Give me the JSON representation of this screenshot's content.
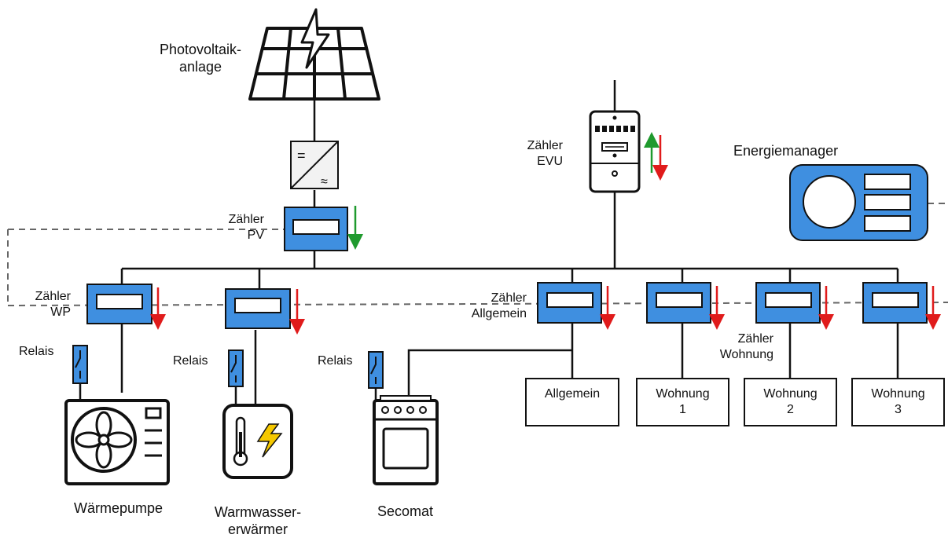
{
  "labels": {
    "pv_l1": "Photovoltaik-",
    "pv_l2": "anlage",
    "energy_manager": "Energiemanager",
    "meter_evu_l1": "Zähler",
    "meter_evu_l2": "EVU",
    "meter_pv_l1": "Zähler",
    "meter_pv_l2": "PV",
    "meter_wp_l1": "Zähler",
    "meter_wp_l2": "WP",
    "meter_allg_l1": "Zähler",
    "meter_allg_l2": "Allgemein",
    "meter_wohnung_l1": "Zähler",
    "meter_wohnung_l2": "Wohnung",
    "relais_wp": "Relais",
    "relais_ww": "Relais",
    "relais_seco": "Relais",
    "heatpump": "Wärmepumpe",
    "boiler_l1": "Warmwasser-",
    "boiler_l2": "erwärmer",
    "secomat": "Secomat",
    "inverter_dc": "=",
    "inverter_ac": "≈"
  },
  "consumers": {
    "allgemein": "Allgemein",
    "w1_l1": "Wohnung",
    "w1_l2": "1",
    "w2_l1": "Wohnung",
    "w2_l2": "2",
    "w3_l1": "Wohnung",
    "w3_l2": "3"
  },
  "colors": {
    "meter_blue": "#3f8fe0",
    "arrow_red": "#e01b1b",
    "arrow_green": "#1f9a2e",
    "bolt_yellow": "#f5c800",
    "line": "#111111",
    "dashed": "#666666"
  }
}
